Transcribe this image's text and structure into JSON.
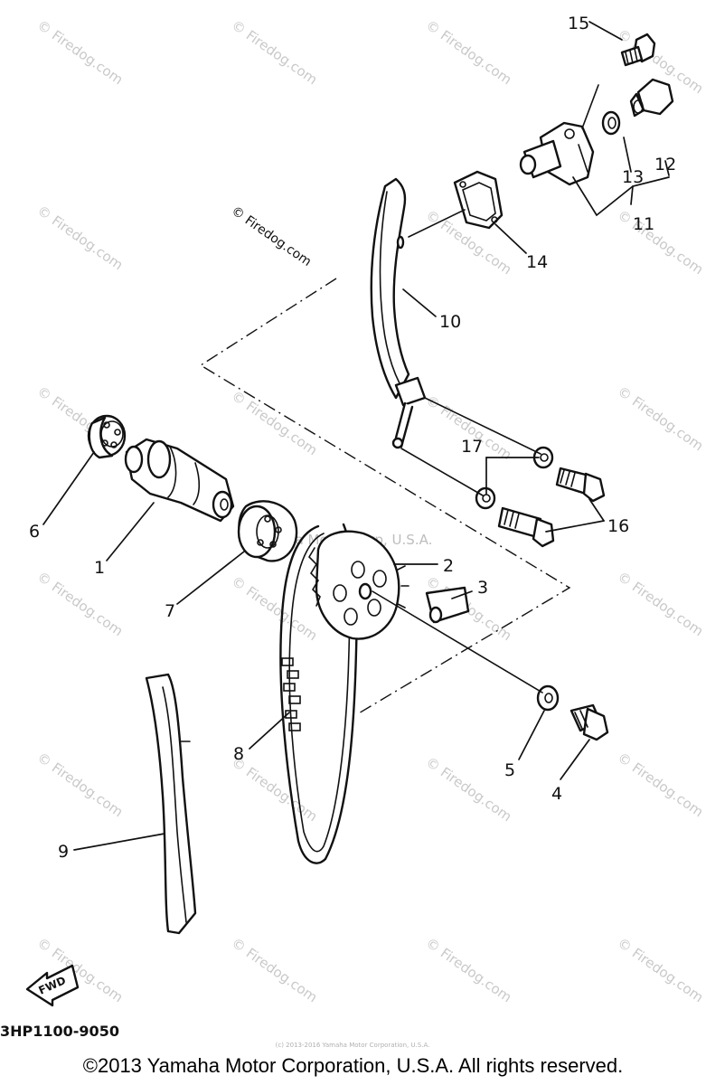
{
  "diagram": {
    "watermark": "© Firedog.com",
    "center_watermark": "©Yamaha Motor Corp, U.S.A.",
    "part_numbers": [
      "1",
      "2",
      "3",
      "4",
      "5",
      "6",
      "7",
      "8",
      "9",
      "10",
      "11",
      "12",
      "13",
      "14",
      "15",
      "16",
      "17"
    ],
    "fwd_label": "FWD",
    "diagram_code": "3HP1100-9050",
    "tiny_note": "(c) 2013-2016 Yamaha Motor Corporation, U.S.A.",
    "copyright": "©2013 Yamaha Motor Corporation, U.S.A. All rights reserved."
  }
}
